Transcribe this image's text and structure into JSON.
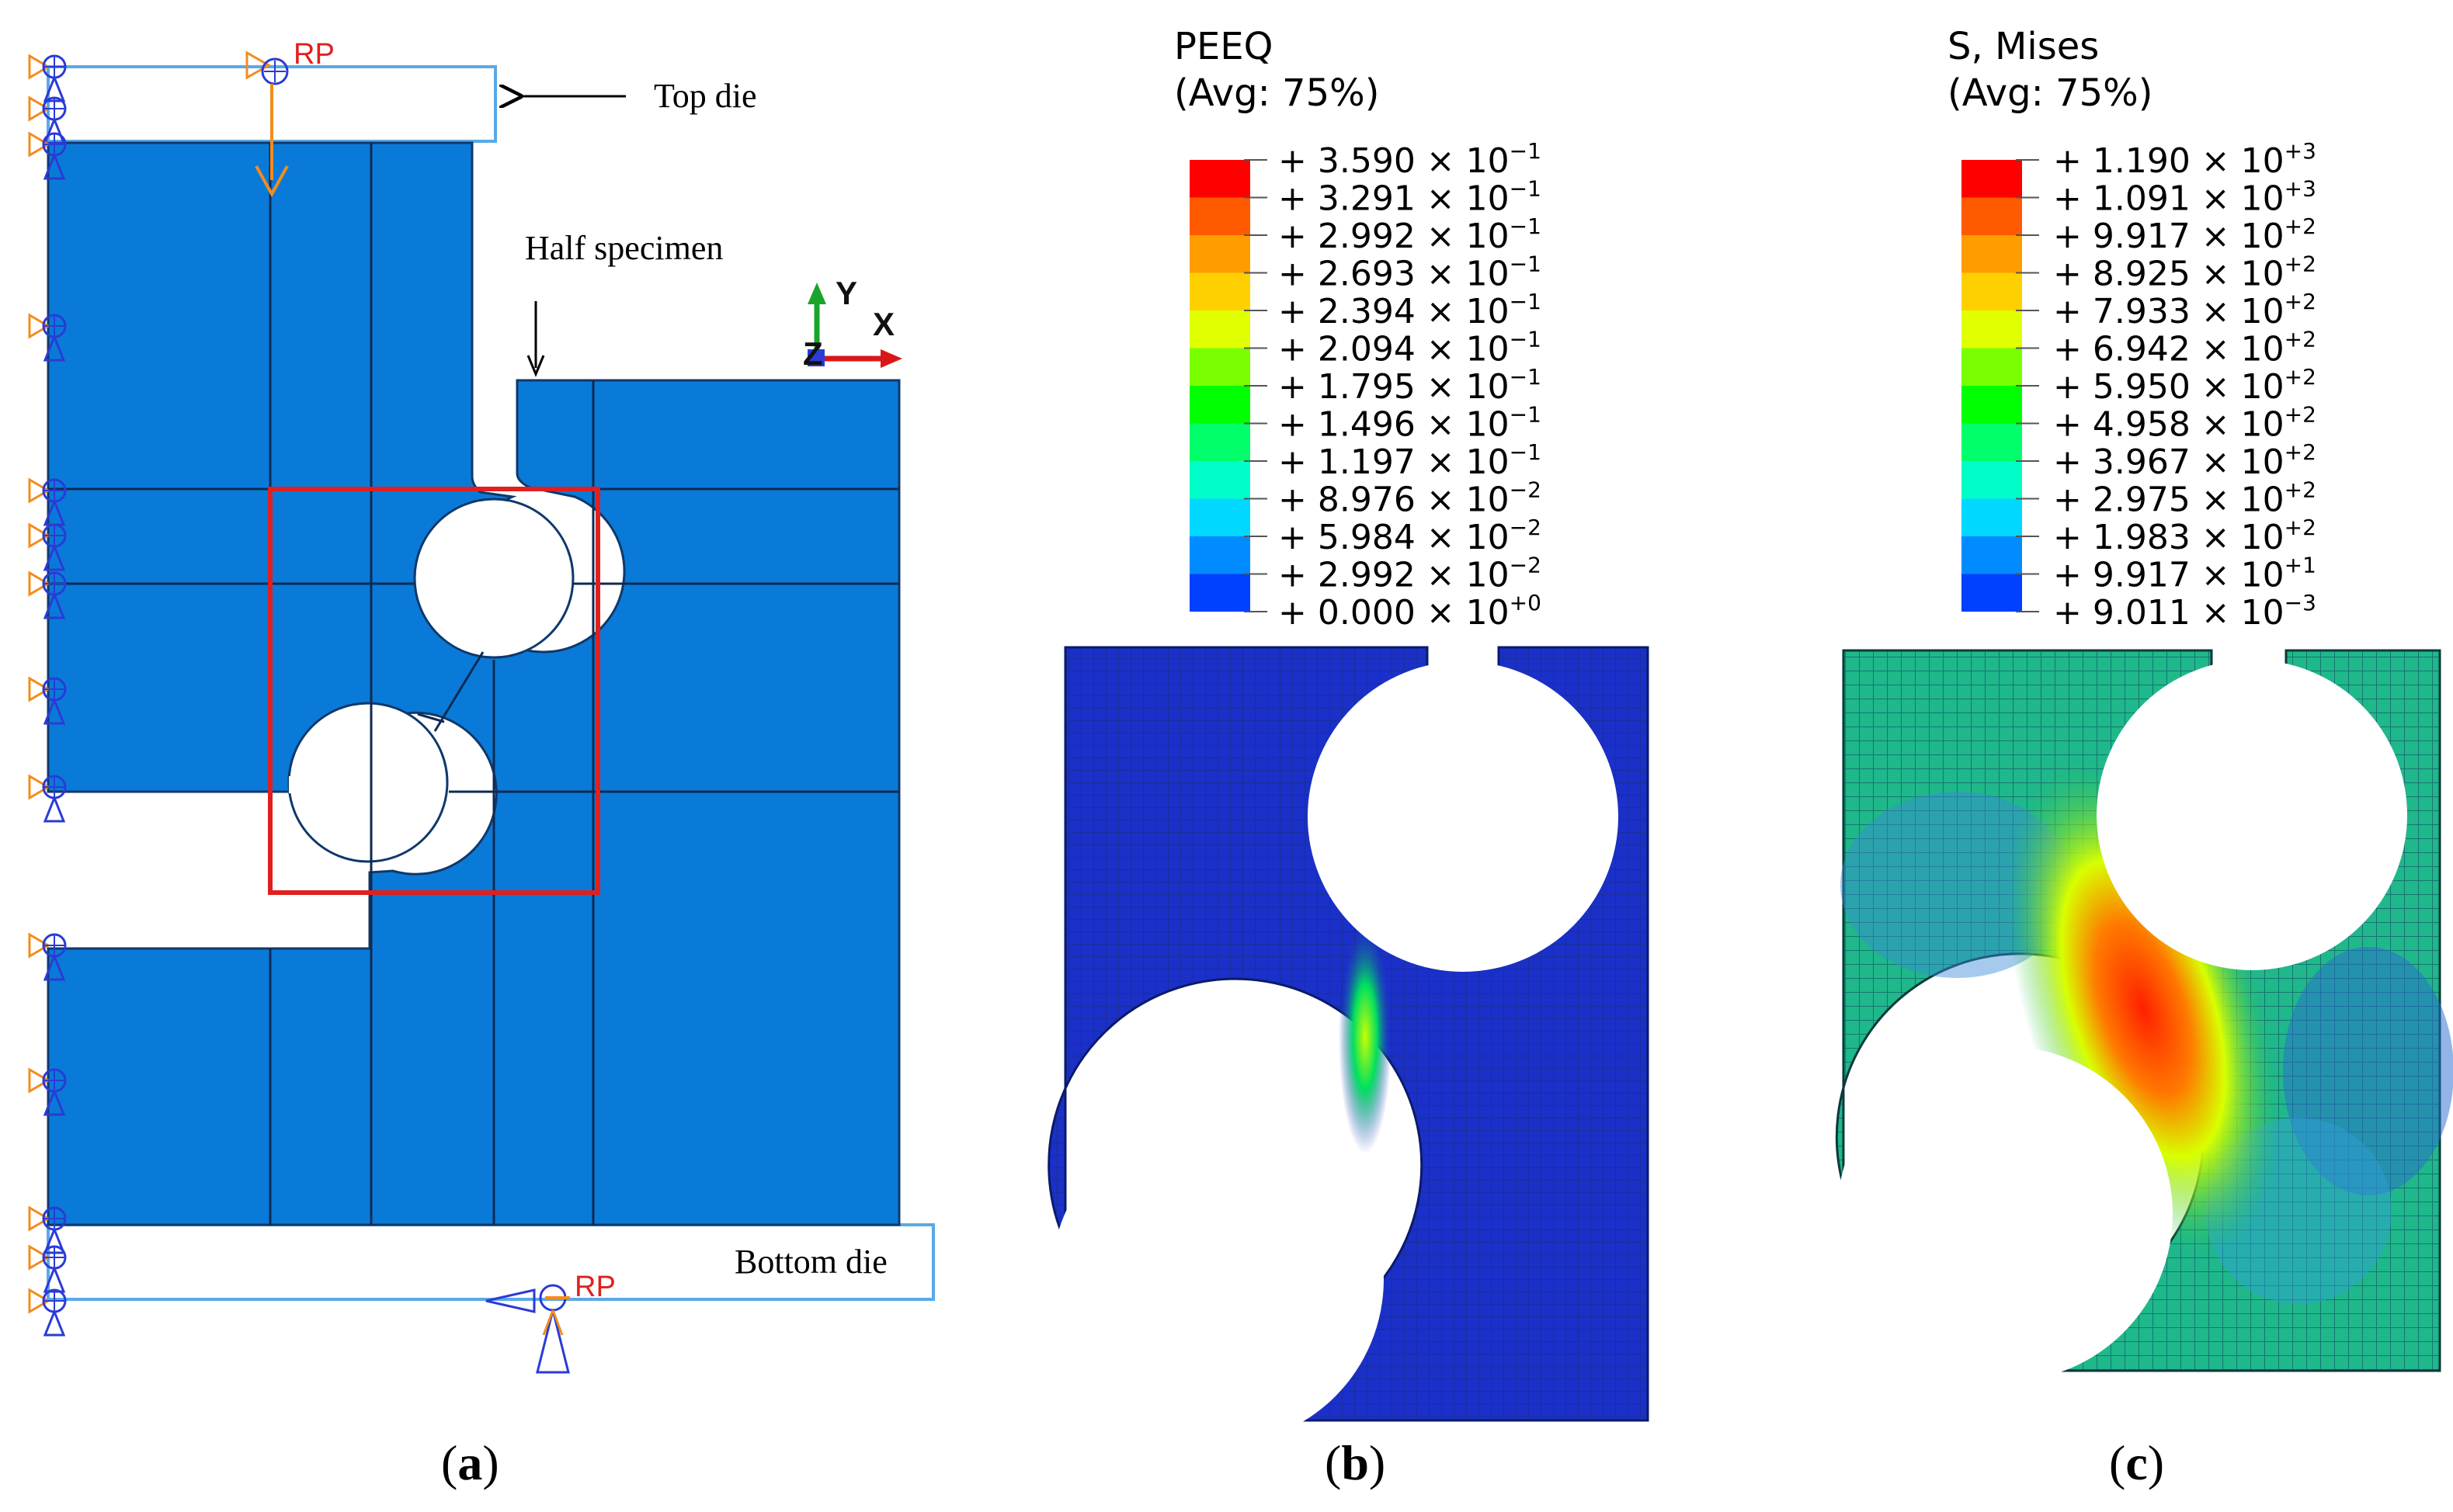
{
  "panel_a": {
    "top_die_label": "Top die",
    "half_specimen_label": "Half specimen",
    "bottom_die_label": "Bottom die",
    "rp_label_top": "RP",
    "rp_label_bottom": "RP",
    "axis_y": "Y",
    "axis_x": "X",
    "axis_z": "Z",
    "caption": "a",
    "colors": {
      "specimen": "#0a7ad8",
      "die_outline": "#5aa9e6",
      "highlight_box": "#e02020",
      "boundary_condition": "#f28c1f",
      "constraint_mesh": "#2a3bd6"
    }
  },
  "panel_b": {
    "legend_title_line1": "PEEQ",
    "legend_title_line2": "(Avg: 75%)",
    "legend": [
      {
        "mant": "+ 3.590 × 10",
        "exp": "−1",
        "color": "#ff0000"
      },
      {
        "mant": "+ 3.291 × 10",
        "exp": "−1",
        "color": "#ff5a00"
      },
      {
        "mant": "+ 2.992 × 10",
        "exp": "−1",
        "color": "#ff9c00"
      },
      {
        "mant": "+ 2.693 × 10",
        "exp": "−1",
        "color": "#ffd000"
      },
      {
        "mant": "+ 2.394 × 10",
        "exp": "−1",
        "color": "#e0ff00"
      },
      {
        "mant": "+ 2.094 × 10",
        "exp": "−1",
        "color": "#7aff00"
      },
      {
        "mant": "+ 1.795 × 10",
        "exp": "−1",
        "color": "#00ff00"
      },
      {
        "mant": "+ 1.496 × 10",
        "exp": "−1",
        "color": "#00ff6a"
      },
      {
        "mant": "+ 1.197 × 10",
        "exp": "−1",
        "color": "#00ffc8"
      },
      {
        "mant": "+ 8.976 × 10",
        "exp": "−2",
        "color": "#00d8ff"
      },
      {
        "mant": "+ 5.984 × 10",
        "exp": "−2",
        "color": "#008cff"
      },
      {
        "mant": "+ 2.992 × 10",
        "exp": "−2",
        "color": "#0040ff"
      },
      {
        "mant": "+ 0.000 × 10",
        "exp": "+0",
        "color": "#0000e0"
      }
    ],
    "caption": "b"
  },
  "panel_c": {
    "legend_title_line1": "S, Mises",
    "legend_title_line2": "(Avg: 75%)",
    "legend": [
      {
        "mant": "+ 1.190 × 10",
        "exp": "+3",
        "color": "#ff0000"
      },
      {
        "mant": "+ 1.091 × 10",
        "exp": "+3",
        "color": "#ff5a00"
      },
      {
        "mant": "+ 9.917 × 10",
        "exp": "+2",
        "color": "#ff9c00"
      },
      {
        "mant": "+ 8.925 × 10",
        "exp": "+2",
        "color": "#ffd000"
      },
      {
        "mant": "+ 7.933 × 10",
        "exp": "+2",
        "color": "#e0ff00"
      },
      {
        "mant": "+ 6.942 × 10",
        "exp": "+2",
        "color": "#7aff00"
      },
      {
        "mant": "+ 5.950 × 10",
        "exp": "+2",
        "color": "#00ff00"
      },
      {
        "mant": "+ 4.958 × 10",
        "exp": "+2",
        "color": "#00ff6a"
      },
      {
        "mant": "+ 3.967 × 10",
        "exp": "+2",
        "color": "#00ffc8"
      },
      {
        "mant": "+ 2.975 × 10",
        "exp": "+2",
        "color": "#00d8ff"
      },
      {
        "mant": "+ 1.983 × 10",
        "exp": "+2",
        "color": "#008cff"
      },
      {
        "mant": "+ 9.917 × 10",
        "exp": "+1",
        "color": "#0040ff"
      },
      {
        "mant": "+ 9.011 × 10",
        "exp": "−3",
        "color": "#0000e0"
      }
    ],
    "caption": "c"
  }
}
